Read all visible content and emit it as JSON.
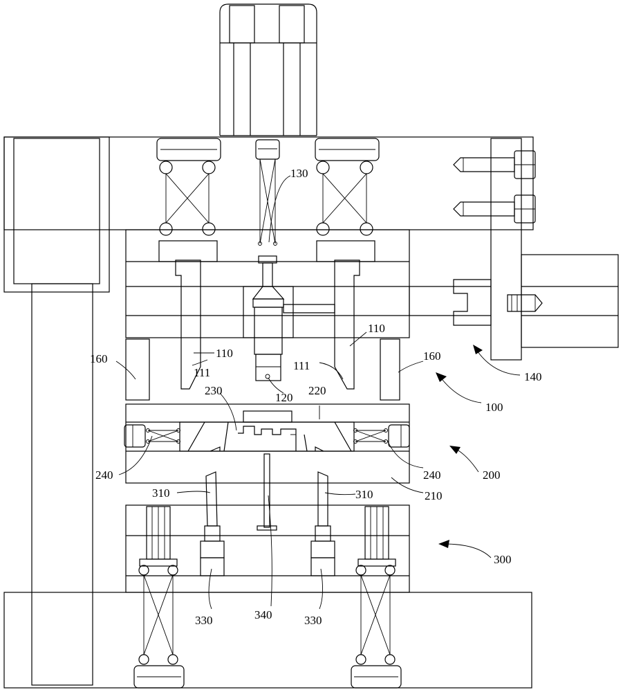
{
  "labels": {
    "l100": "100",
    "l110a": "110",
    "l110b": "110",
    "l111a": "111",
    "l111b": "111",
    "l120": "120",
    "l130": "130",
    "l140": "140",
    "l160a": "160",
    "l160b": "160",
    "l200": "200",
    "l210": "210",
    "l220": "220",
    "l230": "230",
    "l240a": "240",
    "l240b": "240",
    "l300": "300",
    "l310a": "310",
    "l310b": "310",
    "l330a": "330",
    "l330b": "330",
    "l340": "340"
  }
}
